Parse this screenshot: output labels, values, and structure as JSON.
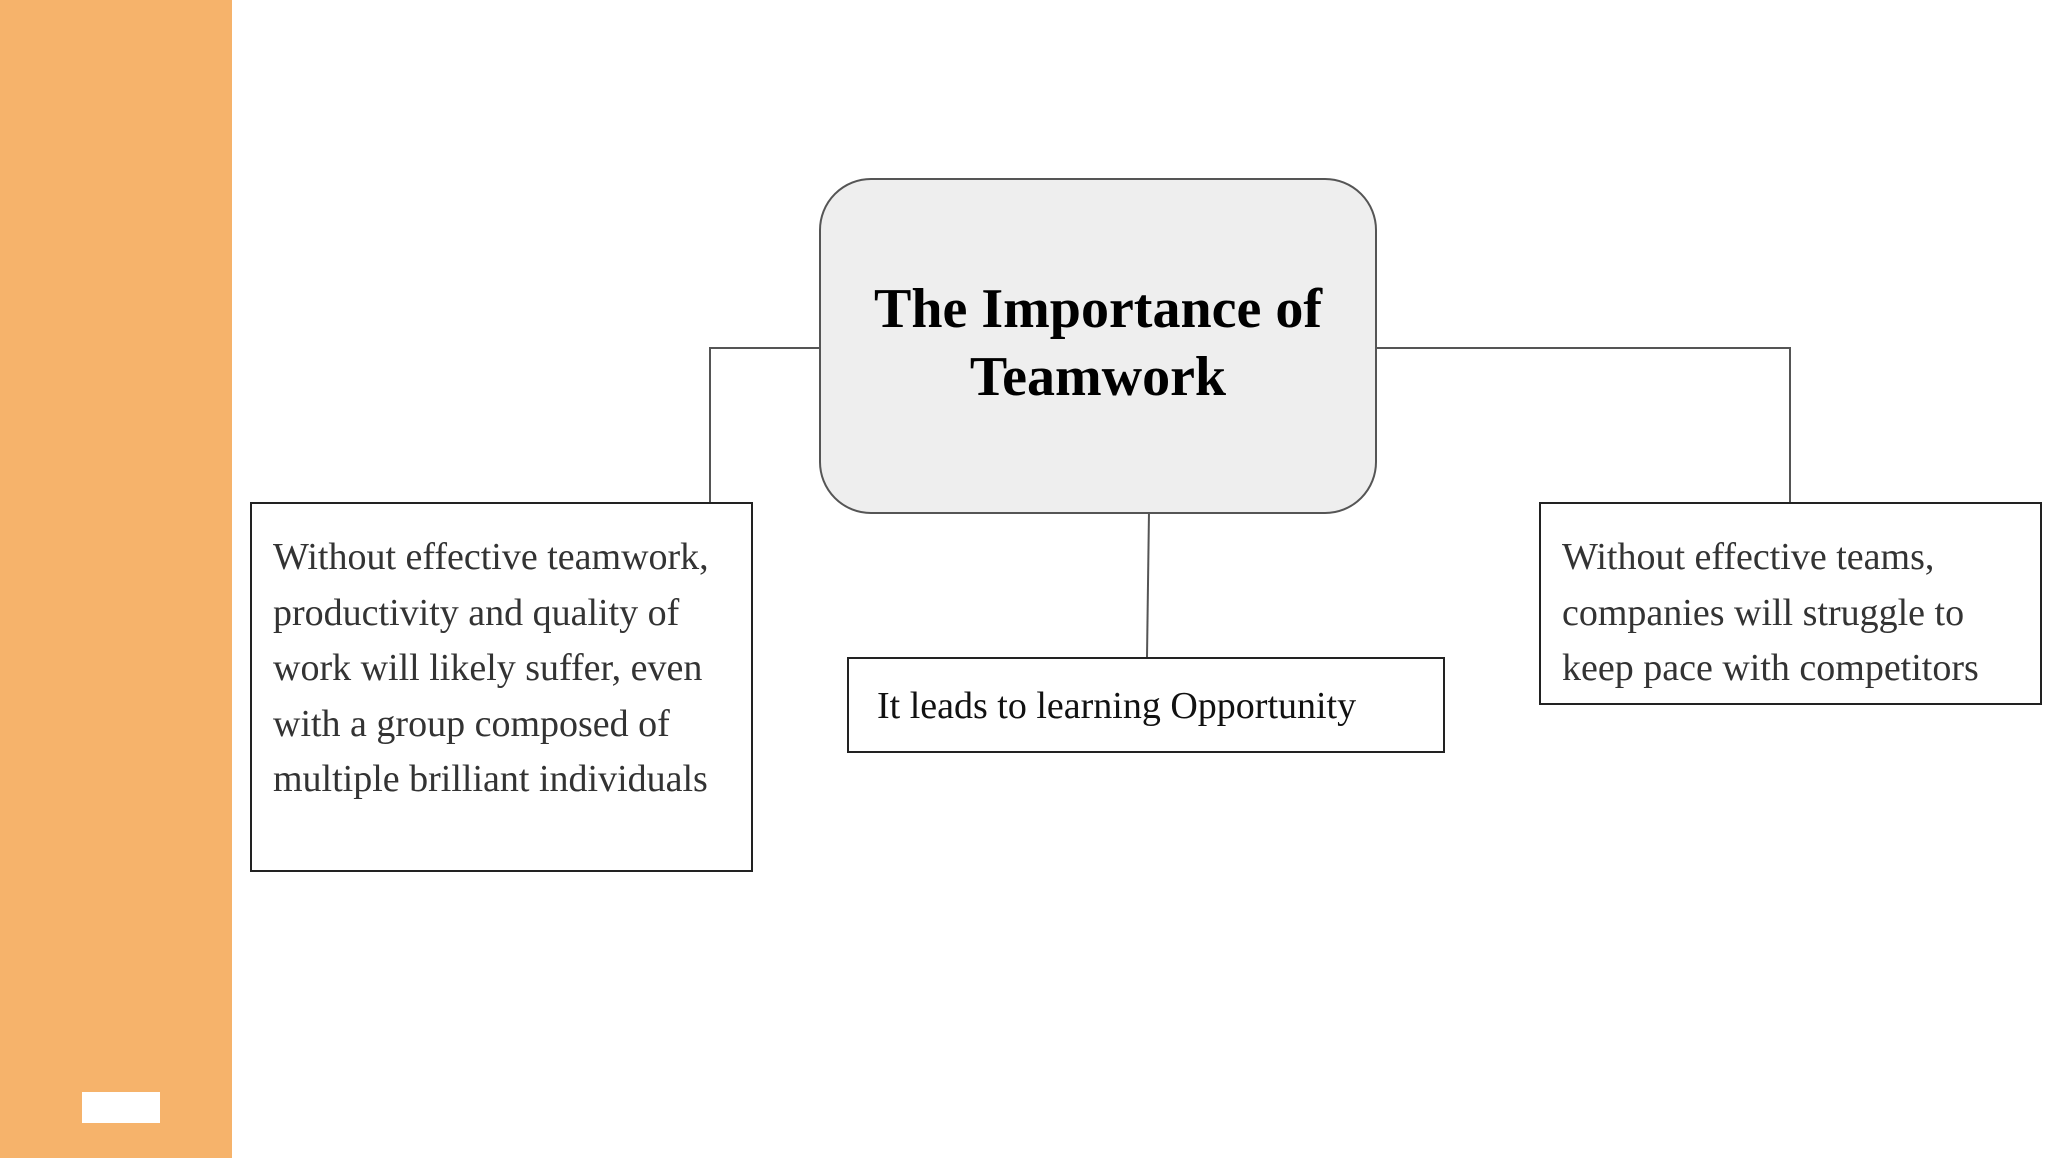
{
  "slide": {
    "central_topic": "The Importance of Teamwork",
    "branches": [
      {
        "position": "left",
        "text": "Without effective teamwork, productivity and quality of work will likely suffer, even with a group composed of multiple brilliant individuals"
      },
      {
        "position": "center",
        "text": "It leads to learning Opportunity"
      },
      {
        "position": "right",
        "text": "Without effective teams, companies will struggle to keep pace with competitors"
      }
    ]
  },
  "colors": {
    "sidebar": "#f6b36b",
    "central_node_fill": "#eeeeee",
    "connector": "#555555",
    "box_border": "#222222"
  }
}
